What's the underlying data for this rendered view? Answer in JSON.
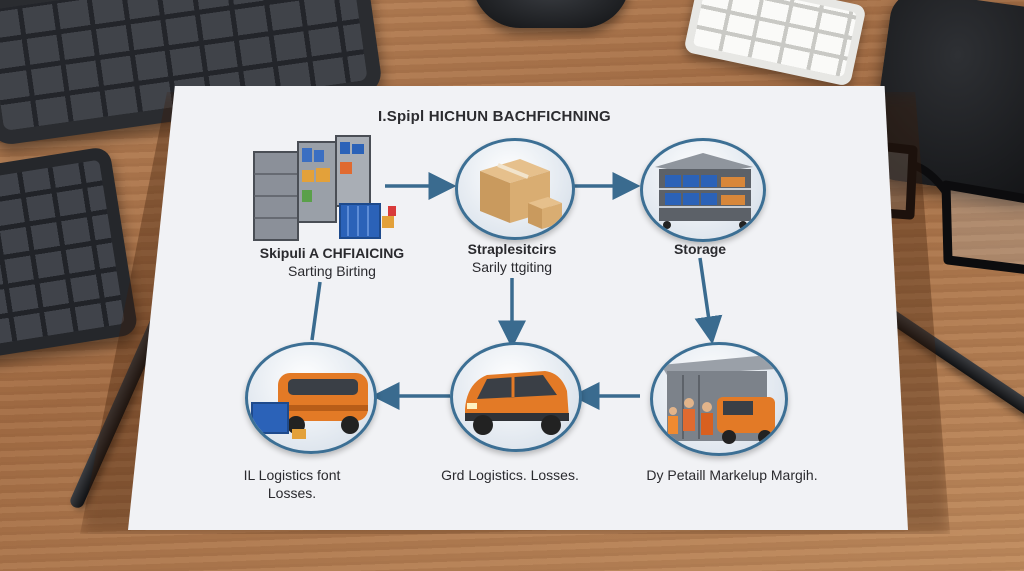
{
  "diagram": {
    "title": "I.Spipl HICHUN BACHFICHNING",
    "nodes": [
      {
        "id": "warehouse",
        "title": "Skipuli A CHFIAICING",
        "subtitle": "Sarting Birting"
      },
      {
        "id": "boxes",
        "title": "Straplesitcirs",
        "subtitle": "Sarily ttgiting"
      },
      {
        "id": "storage",
        "title": "Storage",
        "subtitle": ""
      },
      {
        "id": "loading",
        "title": "Dy Petaill Markelup Margih.",
        "subtitle": ""
      },
      {
        "id": "van",
        "title": "Grd Logistics. Losses.",
        "subtitle": ""
      },
      {
        "id": "truck",
        "title": "IL Logistics font",
        "subtitle": "Losses."
      }
    ]
  },
  "colors": {
    "arrow": "#3a6b8f",
    "ring": "#3c6f94",
    "van_orange": "#e37a26",
    "crate_blue": "#2b62b8"
  }
}
